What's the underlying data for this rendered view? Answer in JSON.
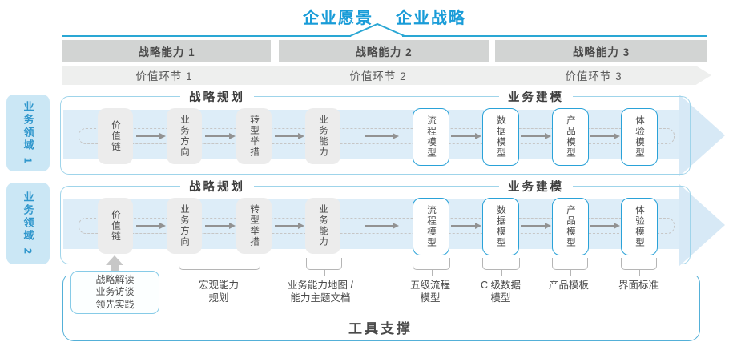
{
  "title": {
    "vision": "企业愿景",
    "strategy": "企业战略"
  },
  "capability_bands": [
    {
      "label": "战略能力 1"
    },
    {
      "label": "战略能力 2"
    },
    {
      "label": "战略能力 3"
    }
  ],
  "value_links": [
    {
      "label": "价值环节 1"
    },
    {
      "label": "价值环节 2"
    },
    {
      "label": "价值环节 3"
    }
  ],
  "domains": [
    {
      "label": "业务领域 1"
    },
    {
      "label": "业务领域 2"
    }
  ],
  "rows": [
    {
      "planning_header": "战略规划",
      "modeling_header": "业务建模",
      "boxes": [
        {
          "label": "价值链",
          "style": "gray"
        },
        {
          "label": "业务方向",
          "style": "gray"
        },
        {
          "label": "转型举措",
          "style": "gray"
        },
        {
          "label": "业务能力",
          "style": "gray"
        },
        {
          "label": "流程模型",
          "style": "blue"
        },
        {
          "label": "数据模型",
          "style": "blue"
        },
        {
          "label": "产品模型",
          "style": "blue"
        },
        {
          "label": "体验模型",
          "style": "blue"
        }
      ]
    },
    {
      "planning_header": "战略规划",
      "modeling_header": "业务建模",
      "boxes": [
        {
          "label": "价值链",
          "style": "gray"
        },
        {
          "label": "业务方向",
          "style": "gray"
        },
        {
          "label": "转型举措",
          "style": "gray"
        },
        {
          "label": "业务能力",
          "style": "gray"
        },
        {
          "label": "流程模型",
          "style": "blue"
        },
        {
          "label": "数据模型",
          "style": "blue"
        },
        {
          "label": "产品模型",
          "style": "blue"
        },
        {
          "label": "体验模型",
          "style": "blue"
        }
      ]
    }
  ],
  "inputs_box": {
    "text": "战略解读\n业务访谈\n领先实践"
  },
  "deliverables": [
    {
      "label": "宏观能力\n规划"
    },
    {
      "label": "业务能力地图 /\n能力主题文档"
    },
    {
      "label": "五级流程\n模型"
    },
    {
      "label": "C 级数据\n模型"
    },
    {
      "label": "产品模板"
    },
    {
      "label": "界面标准"
    }
  ],
  "tool_support": {
    "label": "工具支撑"
  },
  "colors": {
    "accent_blue": "#199cd8",
    "line_teal": "#2aa7d4",
    "band_gray": "#d2d4d3",
    "chevron_gray": "#eeefee",
    "row_border_blue": "#9fd4ea",
    "model_box_border": "#2aa2d8",
    "flow_fill_blue": "#ddedf8",
    "domain_fill": "#cbe7f5",
    "tool_border": "#54b0d8",
    "text_dark": "#4a4a4a"
  }
}
